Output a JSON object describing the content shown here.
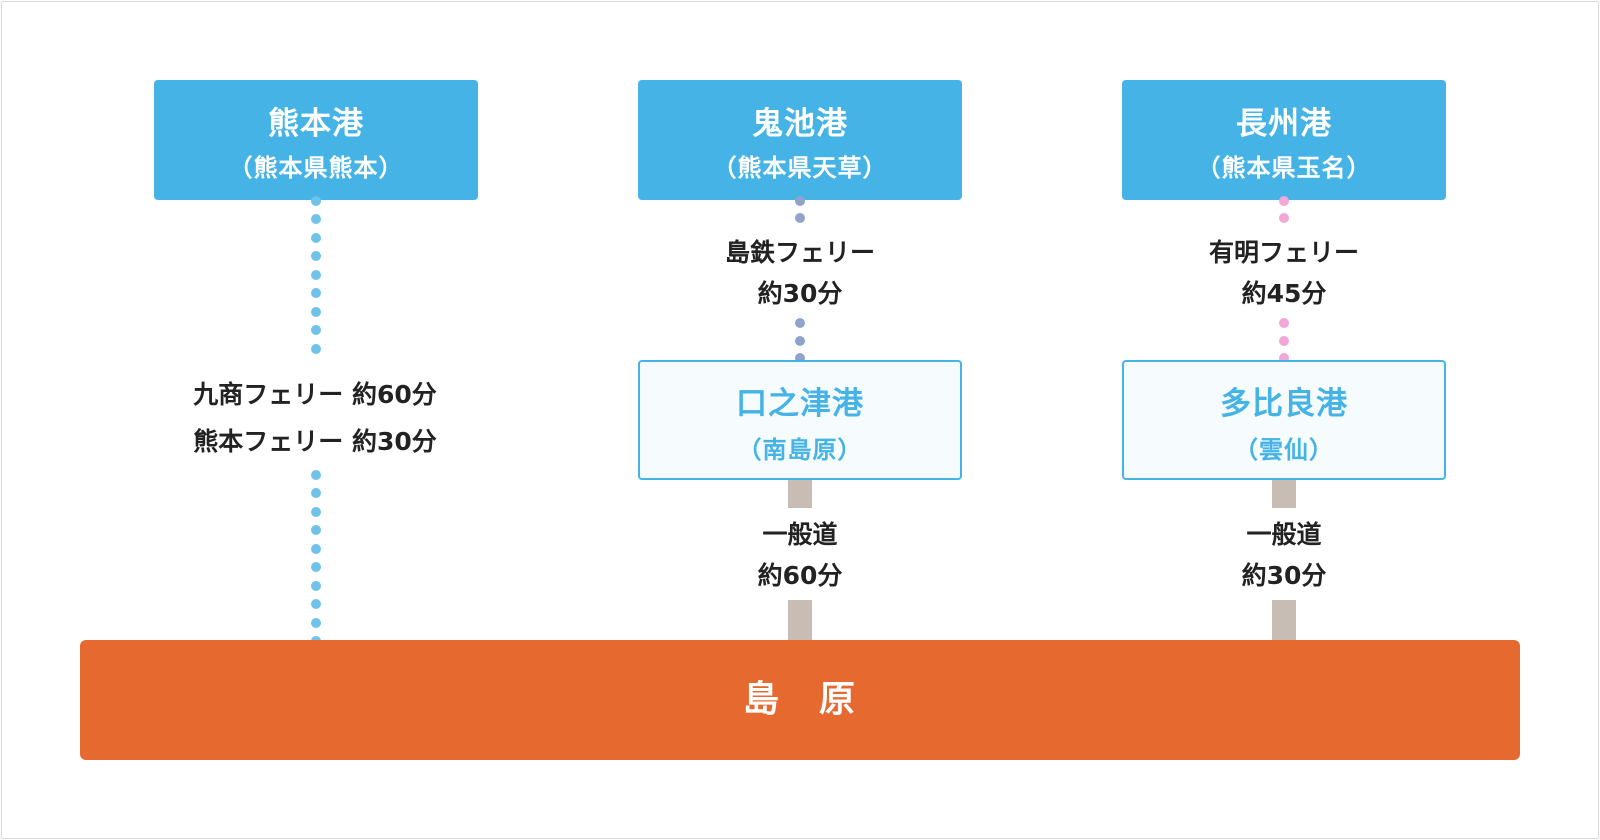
{
  "colors": {
    "port_fill": "#45b3e5",
    "island": "#e66a30",
    "route_kumamoto": "#6fc3ea",
    "route_onike": "#8fa3cc",
    "route_nagasu": "#f3a6d8",
    "road": "#c7bdb5"
  },
  "departure_ports": [
    {
      "name": "熊本港",
      "region": "（熊本県熊本）"
    },
    {
      "name": "鬼池港",
      "region": "（熊本県天草）"
    },
    {
      "name": "長州港",
      "region": "（熊本県玉名）"
    }
  ],
  "arrival_ports": [
    {
      "name": "口之津港",
      "region": "（南島原）"
    },
    {
      "name": "多比良港",
      "region": "（雲仙）"
    }
  ],
  "routes": {
    "kumamoto": [
      "九商フェリー 約60分",
      "熊本フェリー 約30分"
    ],
    "onike_ferry": [
      "島鉄フェリー",
      "約30分"
    ],
    "nagasu_ferry": [
      "有明フェリー",
      "約45分"
    ],
    "kuchinotsu_road": [
      "一般道",
      "約60分"
    ],
    "taira_road": [
      "一般道",
      "約30分"
    ]
  },
  "destination": "島　原"
}
